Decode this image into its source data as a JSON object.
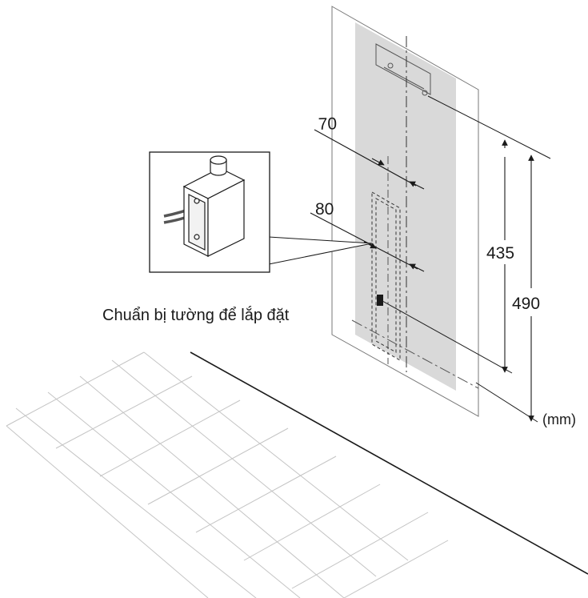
{
  "caption": "Chuẩn bị tường để lắp đặt",
  "dimensions": {
    "d70": "70",
    "d80": "80",
    "d435": "435",
    "d490": "490",
    "unit": "(mm)"
  },
  "colors": {
    "template_shade": "#d9d9d9",
    "line": "#1a1a1a",
    "floor_grid": "#bfbfbf"
  }
}
